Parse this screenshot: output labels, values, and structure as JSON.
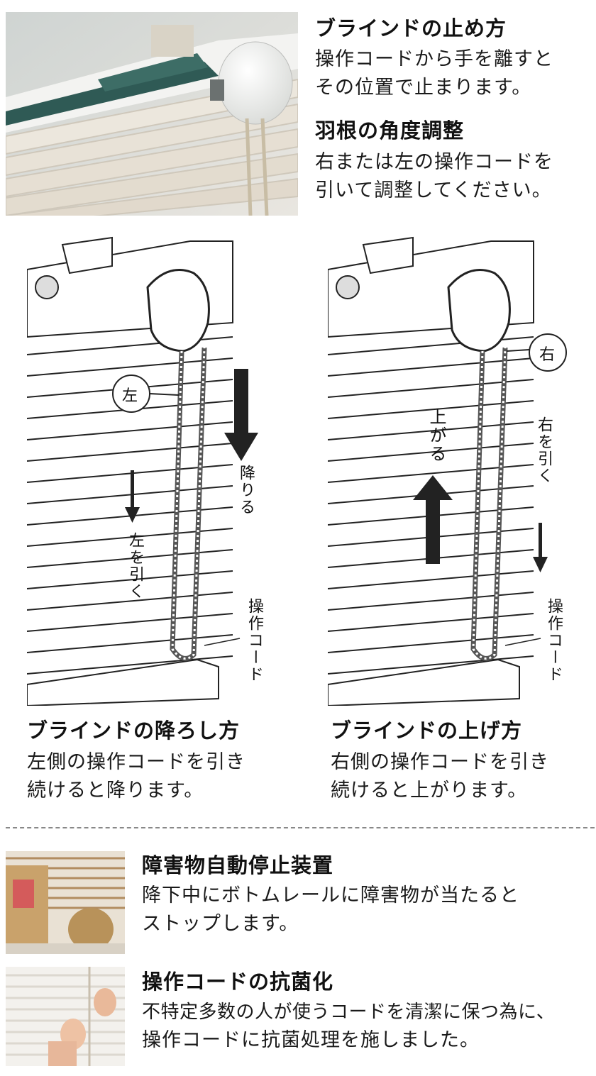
{
  "stop": {
    "title": "ブラインドの止め方",
    "lines": [
      "操作コードから手を離すと",
      "その位置で止まります。"
    ]
  },
  "angle": {
    "title": "羽根の角度調整",
    "lines": [
      "右または左の操作コードを",
      "引いて調整してください。"
    ]
  },
  "lower": {
    "title": "ブラインドの降ろし方",
    "lines": [
      "左側の操作コードを引き",
      "続けると降ります。"
    ],
    "label_side": "左",
    "label_down": "降りる",
    "label_pull": "左を引く",
    "label_cord": "操作コード"
  },
  "raise": {
    "title": "ブラインドの上げ方",
    "lines": [
      "右側の操作コードを引き",
      "続けると上がります。"
    ],
    "label_side": "右",
    "label_up": "上がる",
    "label_pull": "右を引く",
    "label_cord": "操作コード"
  },
  "obstacle": {
    "title": "障害物自動停止装置",
    "lines": [
      "降下中にボトムレールに障害物が当たると",
      "ストップします。"
    ]
  },
  "antibac": {
    "title": "操作コードの抗菌化",
    "lines": [
      "不特定多数の人が使うコードを清潔に保つ為に、",
      "操作コードに抗菌処理を施しました。"
    ]
  }
}
